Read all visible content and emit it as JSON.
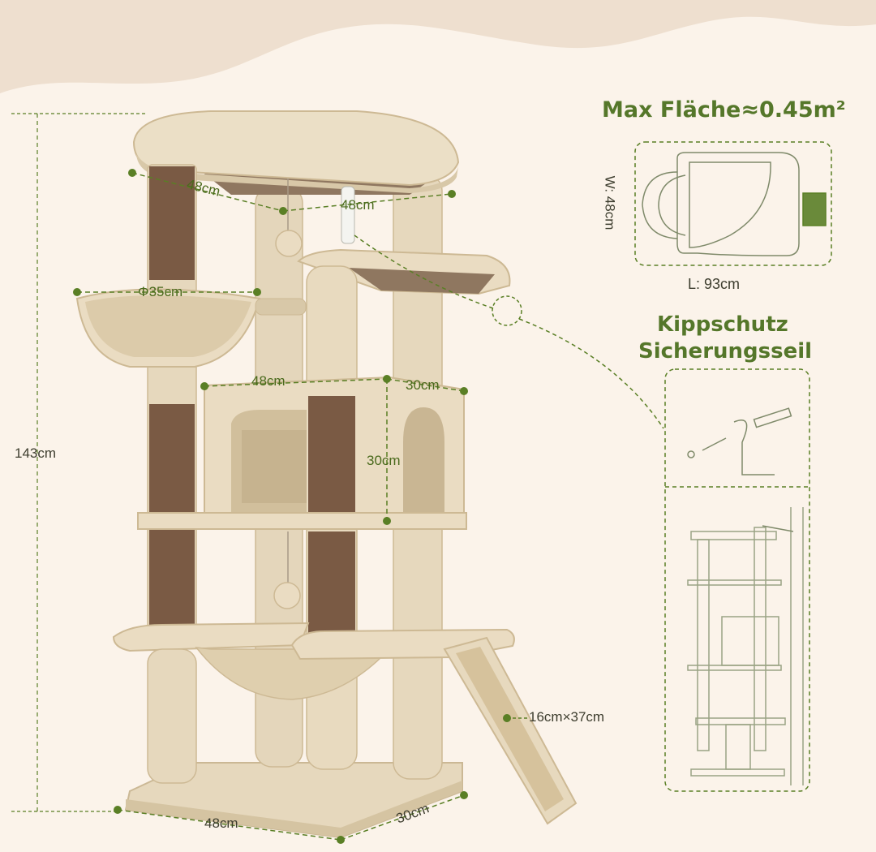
{
  "colors": {
    "background": "#fbf3ea",
    "background_wave": "#eedfcf",
    "accent_green": "#5a7f25",
    "plush": "#e9dcc3",
    "plush_shadow": "#d8c8a8",
    "sisal": "#7a5a44",
    "panel_brown": "#9c8066"
  },
  "dimensions": {
    "height_total": "143cm",
    "top_left": "48cm",
    "top_right": "48cm",
    "basket": "Φ35cm",
    "box_width": "48cm",
    "box_depth": "30cm",
    "box_height": "30cm",
    "ramp": "16cm×37cm",
    "base_width": "48cm",
    "base_depth": "30cm"
  },
  "area": {
    "title": "Max Fläche≈0.45m²",
    "width_label": "W: 48cm",
    "length_label": "L: 93cm"
  },
  "safety": {
    "line1": "Kippschutz",
    "line2": "Sicherungsseil"
  }
}
